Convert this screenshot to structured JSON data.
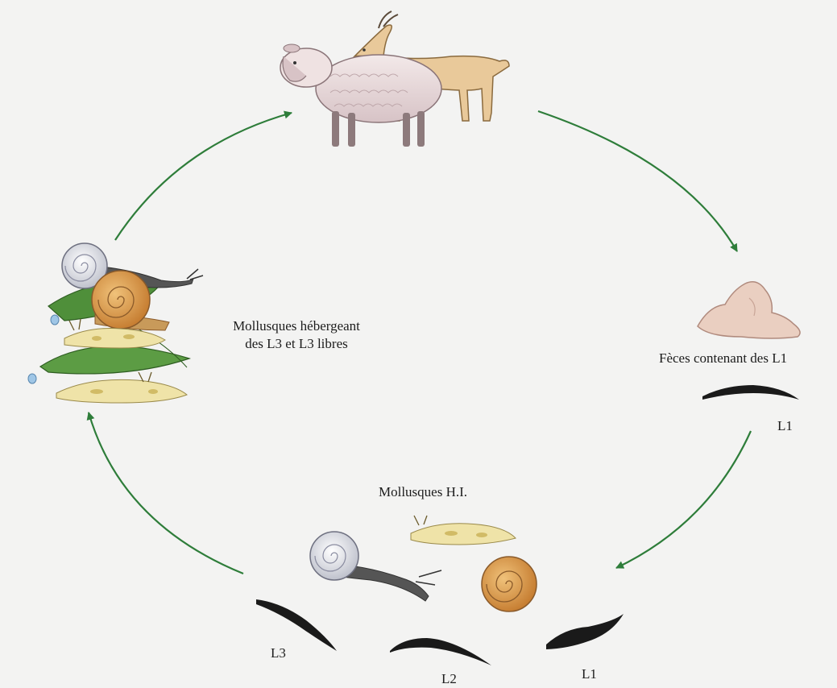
{
  "diagram": {
    "colors": {
      "arrow": "#2e7d3a",
      "larva": "#1a1a1a",
      "feces": "#eacfc1",
      "snail_shell_orange": "#d99a4a",
      "snail_shell_white": "#e9e9ef",
      "slug_body": "#efe3a8",
      "leaf": "#4f8f3a",
      "sheep": "#e8dcdc",
      "goat": "#e9c99a"
    },
    "nodes": {
      "hosts": {
        "label": ""
      },
      "feces": {
        "label": "Fèces contenant des L1"
      },
      "free_l1": {
        "label": "L1"
      },
      "intermediate_hosts": {
        "label": "Mollusques H.I."
      },
      "larvae_stages": {
        "l3": "L3",
        "l2": "L2",
        "l1": "L1"
      },
      "infected_molluscs": {
        "line1": "Mollusques hébergeant",
        "line2": "des L3 et L3 libres"
      }
    },
    "cycle_order": [
      "hosts",
      "feces",
      "free_l1",
      "intermediate_hosts",
      "larvae_stages",
      "infected_molluscs"
    ]
  }
}
